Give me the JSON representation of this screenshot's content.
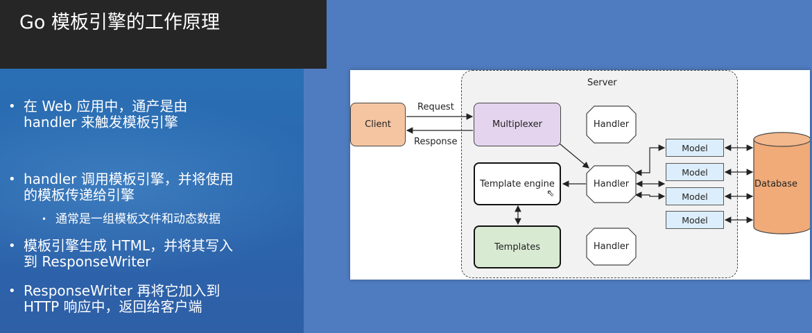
{
  "slide": {
    "title": "Go 模板引擎的工作原理",
    "bullets": [
      {
        "line1": "在 Web 应用中，通产是由",
        "line2": "handler 来触发模板引擎"
      },
      {
        "line1": "handler 调用模板引擎，并将使用",
        "line2": "的模板传递给引擎"
      },
      {
        "line1": "模板引擎生成 HTML，并将其写入",
        "line2": "到 ResponseWriter"
      },
      {
        "line1": "ResponseWriter 再将它加入到",
        "line2": "HTTP 响应中，返回给客户端"
      }
    ],
    "sub_bullet": "通常是一组模板文件和动态数据"
  },
  "diagram": {
    "server": "Server",
    "client": "Client",
    "request": "Request",
    "response": "Response",
    "multiplexer": "Multiplexer",
    "handler": "Handler",
    "template_engine": "Template engine",
    "templates": "Templates",
    "model": "Model",
    "database": "Database"
  },
  "colors": {
    "client": "#f5c5a1",
    "multiplexer": "#e4d4ee",
    "templates": "#d9ead3",
    "model": "#dceefb",
    "database": "#f0ab79",
    "background": "#4f7cc0",
    "title_bar": "#262626"
  }
}
